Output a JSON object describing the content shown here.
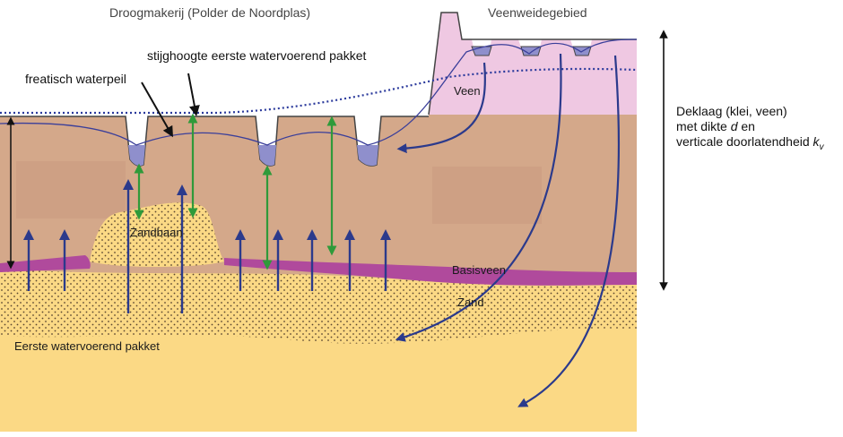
{
  "headers": {
    "left_area": "Droogmakerij (Polder de Noordplas)",
    "right_area": "Veenweidegebied"
  },
  "callouts": {
    "water_table": "freatisch waterpeil",
    "hydraulic_head": "stijghoogte eerste watervoerend pakket"
  },
  "layers": {
    "peat": "Veen",
    "sand_ridge": "Zandbaan",
    "basal_peat": "Basisveen",
    "sand": "Zand",
    "aquifer": "Eerste watervoerend pakket"
  },
  "side_note": {
    "line1": "Deklaag (klei, veen)",
    "line2_prefix": "met dikte ",
    "line2_var": "d",
    "line2_suffix": " en",
    "line3_prefix": "verticale doorlatendheid ",
    "line3_var": "k",
    "line3_sub": "v"
  },
  "colors": {
    "clay": "#d4a88a",
    "peat": "#efc8e2",
    "basal_peat": "#b04a9c",
    "sand": "#fbd985",
    "water": "#8f8fcc",
    "flow_arrow": "#2b3a8c",
    "head_arrow": "#2f9a3a"
  }
}
